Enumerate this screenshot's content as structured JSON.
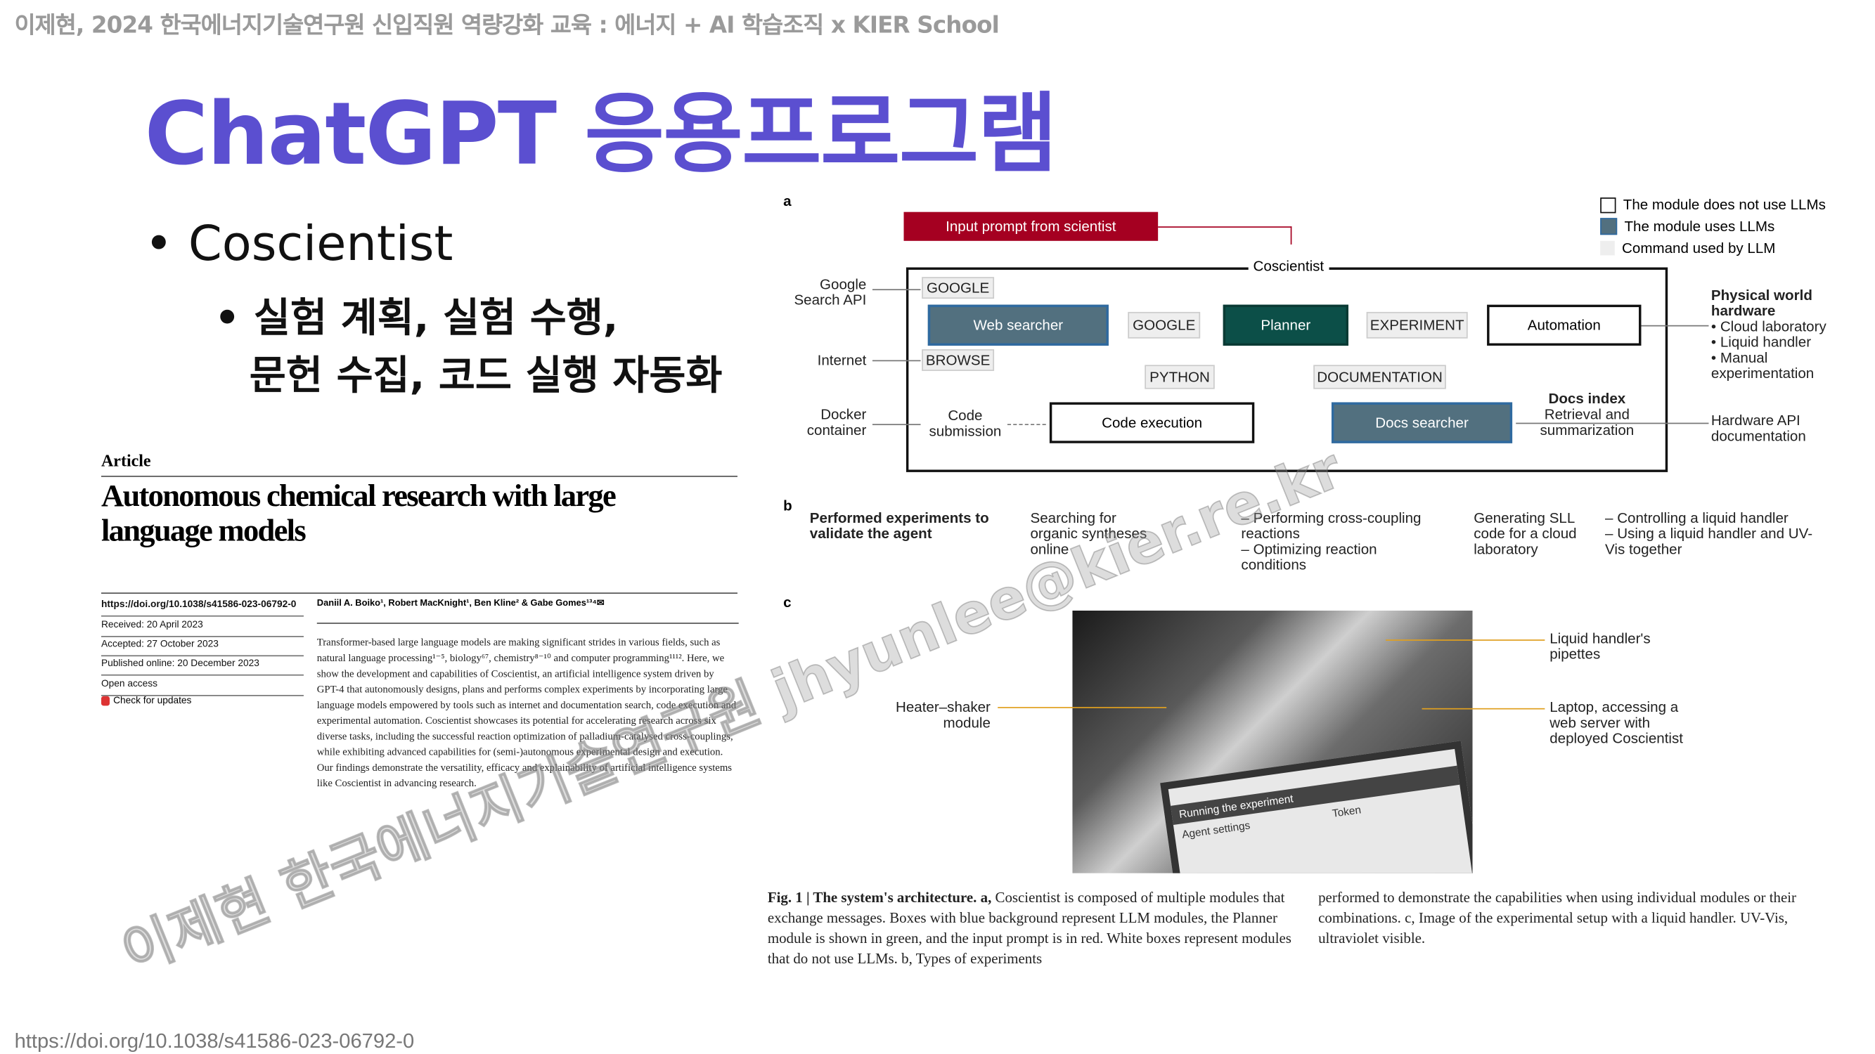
{
  "header": "이제현, 2024 한국에너지기술연구원 신입직원 역량강화 교육 : 에너지 + AI 학습조직 x KIER School",
  "title": "ChatGPT 응용프로그램",
  "bullets": {
    "main": "• Coscientist",
    "sub1": "• 실험 계획, 실험 수행,",
    "sub2": "문헌 수집, 코드 실행 자동화"
  },
  "article": {
    "kind": "Article",
    "title": "Autonomous chemical research with large language models",
    "doi": "https://doi.org/10.1038/s41586-023-06792-0",
    "received": "Received: 20 April 2023",
    "accepted": "Accepted: 27 October 2023",
    "published": "Published online: 20 December 2023",
    "open_access": "Open access",
    "check_updates": "Check for updates",
    "authors": "Daniil A. Boiko¹, Robert MacKnight¹, Ben Kline² & Gabe Gomes¹³⁴✉",
    "abstract": "Transformer-based large language models are making significant strides in various fields, such as natural language processing¹⁻⁵, biology⁶⁷, chemistry⁸⁻¹⁰ and computer programming¹¹¹². Here, we show the development and capabilities of Coscientist, an artificial intelligence system driven by GPT-4 that autonomously designs, plans and performs complex experiments by incorporating large language models empowered by tools such as internet and documentation search, code execution and experimental automation. Coscientist showcases its potential for accelerating research across six diverse tasks, including the successful reaction optimization of palladium-catalysed cross-couplings, while exhibiting advanced capabilities for (semi-)autonomous experimental design and execution. Our findings demonstrate the versatility, efficacy and explainability of artificial intelligence systems like Coscientist in advancing research."
  },
  "figure": {
    "a": "a",
    "b": "b",
    "c": "c",
    "input_prompt": "Input prompt from scientist",
    "legend": [
      "The module does not use LLMs",
      "The module uses LLMs",
      "Command used by LLM"
    ],
    "coscientist": "Coscientist",
    "google_api": "Google Search API",
    "internet": "Internet",
    "docker": "Docker container",
    "code_submission": "Code submission",
    "cmd_google": "GOOGLE",
    "cmd_browse": "BROWSE",
    "cmd_google2": "GOOGLE",
    "cmd_experiment": "EXPERIMENT",
    "cmd_python": "PYTHON",
    "cmd_documentation": "DOCUMENTATION",
    "web_searcher": "Web searcher",
    "planner": "Planner",
    "automation": "Automation",
    "code_execution": "Code execution",
    "docs_searcher": "Docs searcher",
    "docs_index": "Docs index",
    "retrieval": "Retrieval and summarization",
    "physical": "Physical world hardware",
    "physical_items": [
      "Cloud laboratory",
      "Liquid handler",
      "Manual experimentation"
    ],
    "hardware_api": "Hardware API documentation",
    "b_items": [
      "Performed experiments to validate the agent",
      "Searching for organic syntheses online",
      "– Performing cross-coupling reactions\n– Optimizing reaction conditions",
      "Generating SLL code for a cloud laboratory",
      "– Controlling a liquid handler\n– Using a liquid handler and UV-Vis together"
    ],
    "c_labels": {
      "pipettes": "Liquid handler's pipettes",
      "heater": "Heater–shaker module",
      "laptop": "Laptop, accessing a web server with deployed Coscientist"
    },
    "screen_text": "Running the experiment",
    "screen_settings": "Agent settings",
    "screen_token": "Token",
    "caption_bold": "Fig. 1 | The system's architecture. a,",
    "caption_left": " Coscientist is composed of multiple modules that exchange messages. Boxes with blue background represent LLM modules, the Planner module is shown in green, and the input prompt is in red. White boxes represent modules that do not use LLMs. b, Types of experiments",
    "caption_right": "performed to demonstrate the capabilities when using individual modules or their combinations. c, Image of the experimental setup with a liquid handler. UV-Vis, ultraviolet visible."
  },
  "watermark": "이제현 한국에너지기술연구원 jhyunlee@kier.re.kr",
  "footer_link": "https://doi.org/10.1038/s41586-023-06792-0",
  "colors": {
    "title": "#5b4fd0",
    "input_prompt": "#a50021",
    "llm_module": "#52707f",
    "planner": "#0c4f48"
  }
}
